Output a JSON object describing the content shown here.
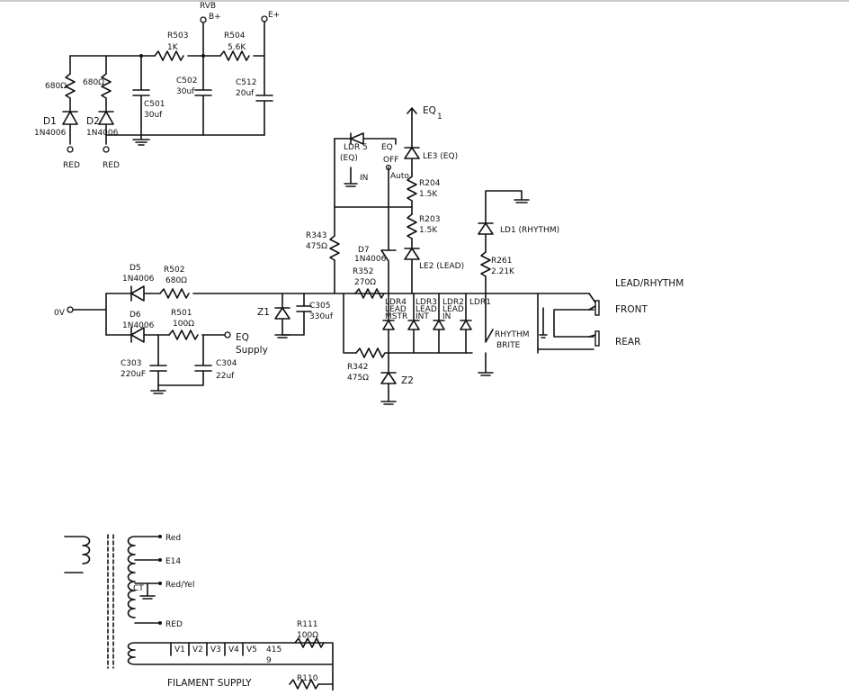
{
  "labels": {
    "supply_rvb": "RVB",
    "supply_rvb_bplus": "B+",
    "supply_eplus": "E+",
    "r503": "R503",
    "r503_val": "1K",
    "r504": "R504",
    "r504_val": "5.6K",
    "c501": "C501",
    "c501_val": "30uf",
    "c502": "C502",
    "c502_val": "30uf",
    "c512": "C512",
    "c512_val": "20uf",
    "r_left1": "680Ω",
    "r_left2": "680Ω",
    "d1": "D1",
    "d1_part": "1N4006",
    "d2": "D2",
    "d2_part": "1N4006",
    "red1": "RED",
    "red2": "RED",
    "eq1": "EQ",
    "eq1_sub": "1",
    "ldr5": "LDR 5",
    "ldr5_sub": "(EQ)",
    "eq_sw": "EQ",
    "eq_off": "OFF",
    "eq_in": "IN",
    "eq_auto": "Auto",
    "le3": "LE3 (EQ)",
    "r204": "R204",
    "r204_val": "1.5K",
    "r203": "R203",
    "r203_val": "1.5K",
    "le2": "LE2 (LEAD)",
    "ld1": "LD1 (RHYTHM)",
    "r261": "R261",
    "r261_val": "2.21K",
    "r343": "R343",
    "r343_val": "475Ω",
    "d7": "D7",
    "d7_part": "1N4006",
    "r352": "R352",
    "r352_val": "270Ω",
    "lead_rhythm": "LEAD/RHYTHM",
    "front": "FRONT",
    "rear": "REAR",
    "d5": "D5",
    "d5_part": "1N4006",
    "r502": "R502",
    "r502_val": "680Ω",
    "d6": "D6",
    "d6_part": "1N4006",
    "r501": "R501",
    "r501_val": "100Ω",
    "eq_supply": "EQ",
    "eq_supply2": "Supply",
    "z1": "Z1",
    "c305": "C305",
    "c305_val": "330uf",
    "c303": "C303",
    "c303_val": "220uF",
    "c304": "C304",
    "c304_val": "22uf",
    "input_node": "0V",
    "ldr4": "LDR4",
    "ldr4_a": "LEAD",
    "ldr4_b": "MSTR",
    "ldr3": "LDR3",
    "ldr3_a": "LEAD",
    "ldr3_b": "INT",
    "ldr2": "LDR2",
    "ldr2_a": "LEAD",
    "ldr2_b": "IN",
    "ldr1": "LDR1",
    "rhythm_brite": "RHYTHM",
    "rhythm_brite2": "BRITE",
    "r342": "R342",
    "r342_val": "475Ω",
    "z2": "Z2",
    "tr_red": "Red",
    "tr_e14": "E14",
    "tr_redyel": "Red/Yel",
    "tr_ct": "CT",
    "tr_red2": "RED",
    "v1": "V1",
    "v2": "V2",
    "v3": "V3",
    "v4": "V4",
    "v5": "V5",
    "v415": "415",
    "v9": "9",
    "r111": "R111",
    "r111_val": "100Ω",
    "r110": "R110",
    "filament": "FILAMENT SUPPLY"
  }
}
